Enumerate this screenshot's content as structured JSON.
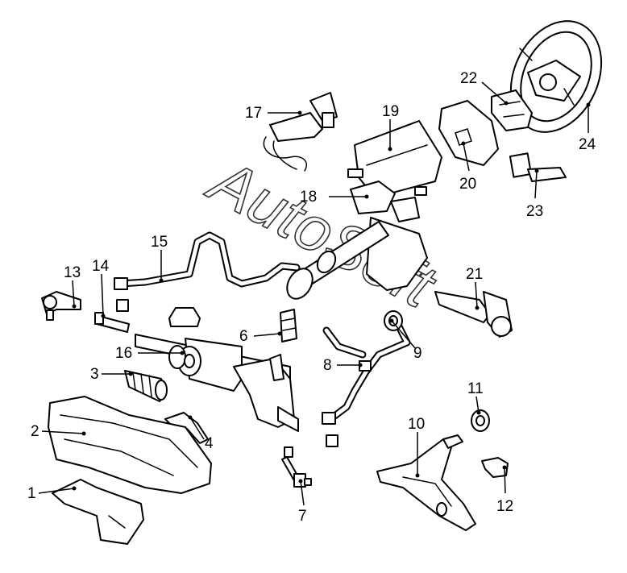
{
  "watermark": "AutoSoft",
  "callouts": [
    {
      "id": "1",
      "label": "1"
    },
    {
      "id": "2",
      "label": "2"
    },
    {
      "id": "3",
      "label": "3"
    },
    {
      "id": "4",
      "label": "4"
    },
    {
      "id": "6",
      "label": "6"
    },
    {
      "id": "7",
      "label": "7"
    },
    {
      "id": "8",
      "label": "8"
    },
    {
      "id": "9",
      "label": "9"
    },
    {
      "id": "10",
      "label": "10"
    },
    {
      "id": "11",
      "label": "11"
    },
    {
      "id": "12",
      "label": "12"
    },
    {
      "id": "13",
      "label": "13"
    },
    {
      "id": "14",
      "label": "14"
    },
    {
      "id": "15",
      "label": "15"
    },
    {
      "id": "16",
      "label": "16"
    },
    {
      "id": "17",
      "label": "17"
    },
    {
      "id": "18",
      "label": "18"
    },
    {
      "id": "19",
      "label": "19"
    },
    {
      "id": "20",
      "label": "20"
    },
    {
      "id": "21",
      "label": "21"
    },
    {
      "id": "22",
      "label": "22"
    },
    {
      "id": "23",
      "label": "23"
    },
    {
      "id": "24",
      "label": "24"
    }
  ]
}
